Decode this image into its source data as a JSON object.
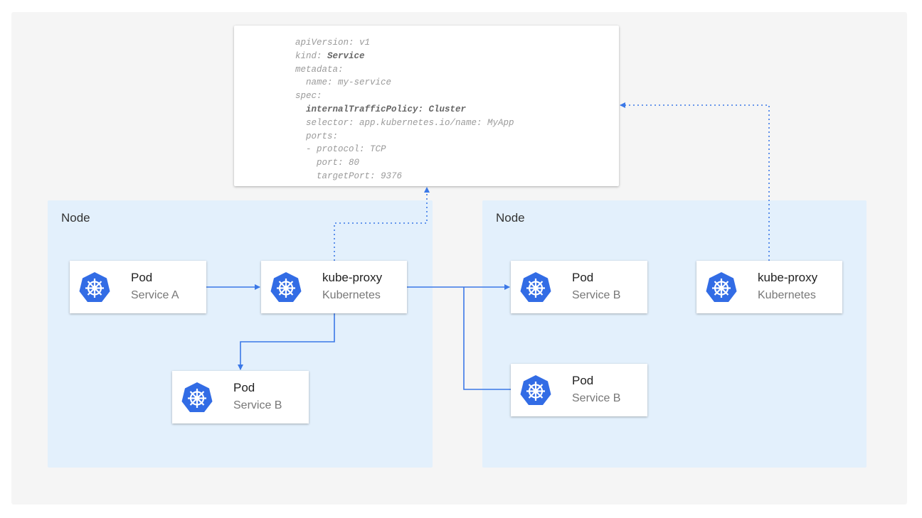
{
  "yaml_lines": [
    "apiVersion: v1",
    "kind: ",
    "Service",
    "metadata:",
    "  name: my-service",
    "spec:",
    "  internalTrafficPolicy: Cluster",
    "  selector: app.kubernetes.io/name: MyApp",
    "  ports:",
    "  - protocol: TCP",
    "    port: 80",
    "    targetPort: 9376"
  ],
  "nodes": [
    {
      "label": "Node"
    },
    {
      "label": "Node"
    }
  ],
  "cards": [
    {
      "title": "Pod",
      "subtitle": "Service A"
    },
    {
      "title": "kube-proxy",
      "subtitle": "Kubernetes"
    },
    {
      "title": "Pod",
      "subtitle": "Service B"
    },
    {
      "title": "Pod",
      "subtitle": "Service B"
    },
    {
      "title": "Pod",
      "subtitle": "Service B"
    },
    {
      "title": "kube-proxy",
      "subtitle": "Kubernetes"
    }
  ],
  "colors": {
    "accent": "#3b78e7",
    "node_bg": "#e3f0fc",
    "icon": "#326ce5"
  },
  "icon": "kubernetes-helm-icon"
}
